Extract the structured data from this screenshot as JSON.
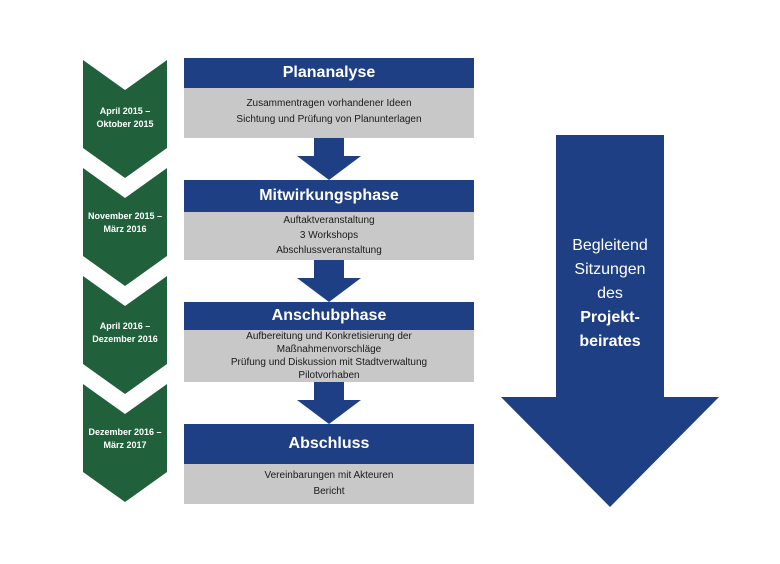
{
  "colors": {
    "green": "#20603b",
    "navy": "#1f3f85",
    "gray": "#c8c8c8"
  },
  "timeline": [
    {
      "line1": "April 2015 –",
      "line2": "Oktober 2015"
    },
    {
      "line1": "November 2015 –",
      "line2": "März 2016"
    },
    {
      "line1": "April 2016 –",
      "line2": "Dezember 2016"
    },
    {
      "line1": "Dezember 2016 –",
      "line2": "März 2017"
    }
  ],
  "phases": [
    {
      "title": "Plananalyse",
      "items": [
        "Zusammentragen vorhandener Ideen",
        "Sichtung und Prüfung von Planunterlagen"
      ]
    },
    {
      "title": "Mitwirkungsphase",
      "items": [
        "Auftaktveranstaltung",
        "3 Workshops",
        "Abschlussveranstaltung"
      ]
    },
    {
      "title": "Anschubphase",
      "items": [
        "Aufbereitung und Konkretisierung der",
        "Maßnahmenvorschläge",
        "Prüfung und Diskussion mit Stadtverwaltung",
        "Pilotvorhaben"
      ]
    },
    {
      "title": "Abschluss",
      "items": [
        "Vereinbarungen mit Akteuren",
        "Bericht"
      ]
    }
  ],
  "side_arrow": {
    "line1": "Begleitend",
    "line2": "Sitzungen",
    "line3": "des",
    "line4": "Projekt-",
    "line5": "beirates"
  }
}
